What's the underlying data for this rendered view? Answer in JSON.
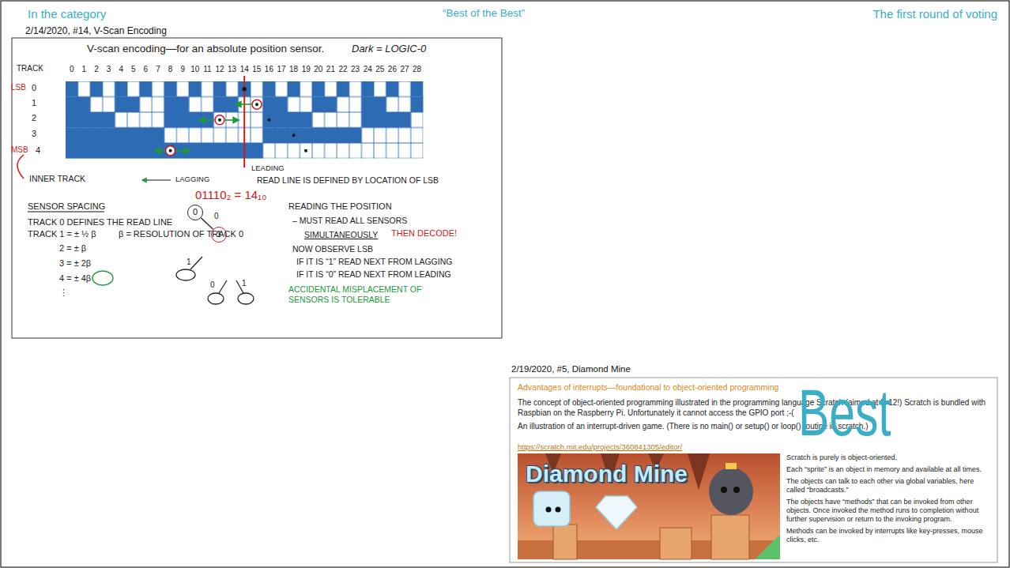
{
  "diagram": {
    "nodes": [
      {
        "text": [
          "2/14/2020, #14, V-Scan Encoding"
        ]
      },
      {
        "text": [
          "2/19/2020, #5, Diamond Mine",
          "Advantages of interrupts—foundational to object-oriented programming",
          "The concept of object-oriented programming illustrated in the programming language Scratch (aimed at K-12!) Scratch is bundled with Raspbian on the Raspberry Pi. Unfortunately it cannot access the GPIO port ;-(",
          "An illustration of an interrupt-driven game. (There is no main() or setup() or loop() routine in scratch.)",
          "https://scratch.mit.edu/projects/360841305/editor/",
          "Scratch is purely is object-oriented.",
          "Each “sprite” is an object in memory and available at all times.",
          "The objects can talk to each other via global variables, here called “broadcasts.”",
          "The objects have “methods” that can be invoked from other objects. Once invoked the method runs to completion without further supervision or return to the invoking program.",
          "Methods can be invoked by interrupts like key-presses, mouse clicks, etc."
        ]
      },
      {
        "text": [
          "0"
        ],
        "in": 0
      },
      {
        "text": [
          "1"
        ],
        "in": 0
      }
    ],
    "edges": [
      {
        "from": 2,
        "to": 3,
        "label": "0",
        "arrow": "none"
      }
    ],
    "labels": [
      "In the category",
      "“Best of the Best”",
      "The first round of voting",
      "V-scan encoding—for an absolute position sensor.",
      "Dark = LOGIC-0",
      "TRACK",
      "0",
      "1",
      "2",
      "3",
      "4",
      "5",
      "6",
      "7",
      "8",
      "9",
      "10",
      "11",
      "12",
      "13",
      "14",
      "15",
      "16",
      "17",
      "18",
      "19",
      "20",
      "21",
      "22",
      "23",
      "24",
      "25",
      "26",
      "27",
      "28",
      "LSB",
      "0",
      "1",
      "2",
      "3",
      "4",
      "MSB",
      "INNER TRACK",
      "LAGGING",
      "LEADING",
      "READ LINE IS DEFINED BY LOCATION OF LSB",
      "01110₂ = 14₁₀",
      "SENSOR SPACING",
      "TRACK 0 DEFINES THE READ LINE",
      "TRACK 1 = ± ½ β",
      "β = RESOLUTION OF TRACK 0",
      "2 = ± β",
      "3 = ± 2β",
      "4 = ± 4β",
      "⋮",
      "1",
      "0",
      "1",
      "READING THE POSITION",
      "– MUST READ ALL SENSORS",
      "SIMULTANEOUSLY",
      "THEN DECODE!",
      "NOW OBSERVE LSB",
      "IF IT IS “1” READ NEXT FROM LAGGING",
      "IF IT IS “0” READ NEXT FROM LEADING",
      "ACCIDENTAL MISPLACEMENT OF SENSORS IS TOLERABLE",
      "Diamond Mine",
      "Best"
    ]
  }
}
